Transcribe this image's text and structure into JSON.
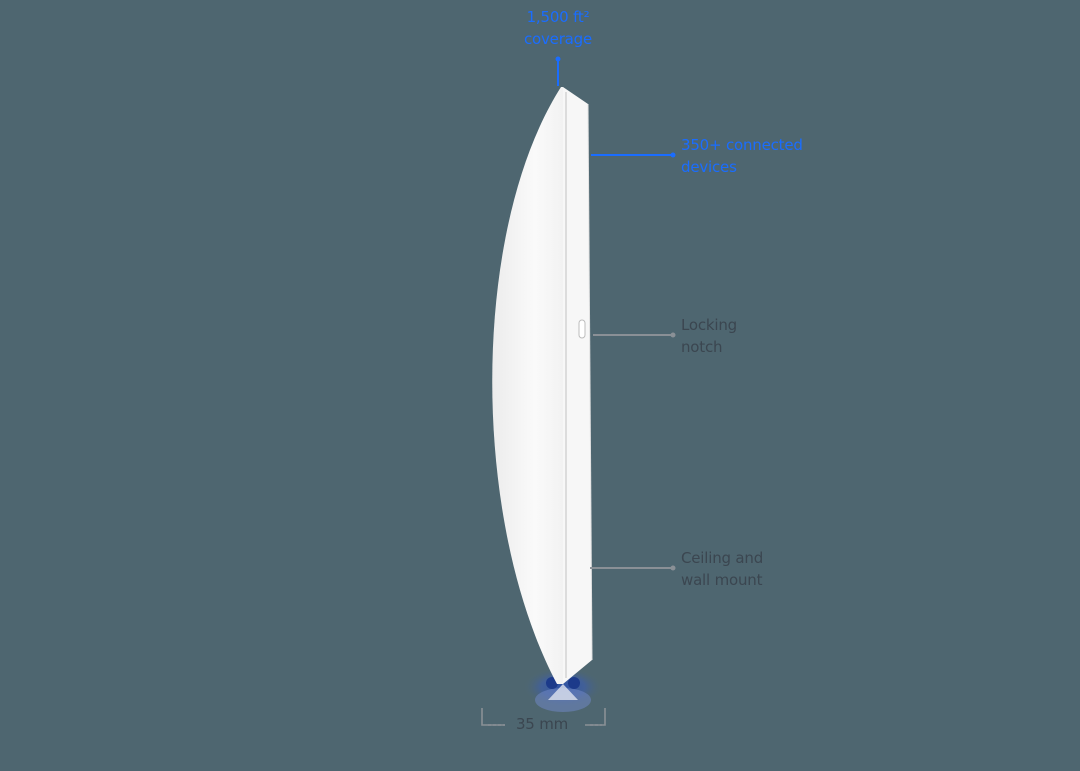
{
  "colors": {
    "background": "#4e6670",
    "accent_blue": "#1a6dff",
    "gray_text": "#3b4650",
    "gray_line": "#8a9096",
    "device_white": "#f6f6f6"
  },
  "callouts": {
    "coverage": {
      "line1": "1,500 ft²",
      "line2": "coverage"
    },
    "devices": {
      "line1": "350+ connected",
      "line2": "devices"
    },
    "locking": {
      "line1": "Locking",
      "line2": "notch"
    },
    "mount": {
      "line1": "Ceiling and",
      "line2": "wall mount"
    }
  },
  "dimension": {
    "label": "35 mm"
  }
}
